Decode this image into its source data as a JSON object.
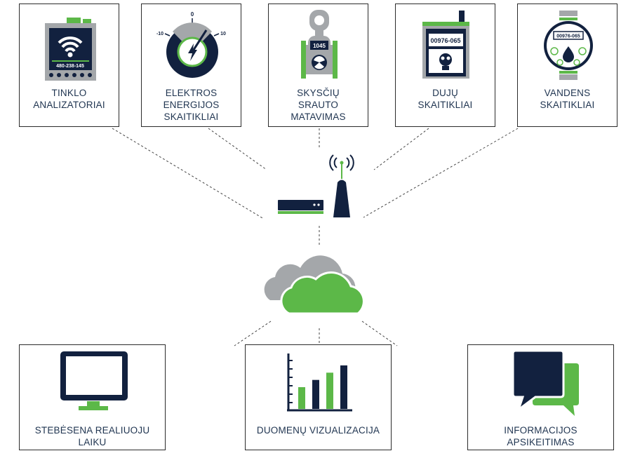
{
  "sources": [
    {
      "lines": [
        "TINKLO",
        "ANALIZATORIAI"
      ],
      "readout": "480-238-145"
    },
    {
      "lines": [
        "ELEKTROS",
        "ENERGIJOS",
        "SKAITIKLIAI"
      ],
      "dial_min": "-10",
      "dial_zero": "0",
      "dial_max": "10"
    },
    {
      "lines": [
        "SKYSČIŲ",
        "SRAUTO",
        "MATAVIMAS"
      ],
      "readout": "1045"
    },
    {
      "lines": [
        "DUJŲ",
        "SKAITIKLIAI"
      ],
      "readout": "00976-065"
    },
    {
      "lines": [
        "VANDENS",
        "SKAITIKLIAI"
      ],
      "readout": "00976-065"
    }
  ],
  "outputs": [
    {
      "lines": [
        "STEBĖSENA REALIUOJU",
        "LAIKU"
      ]
    },
    {
      "lines": [
        "DUOMENŲ VIZUALIZACIJA"
      ],
      "bar_values": [
        3,
        4,
        5,
        6
      ]
    },
    {
      "lines": [
        "INFORMACIJOS",
        "APSIKEITIMAS"
      ]
    }
  ],
  "colors": {
    "navy": "#12213f",
    "green": "#5cb848",
    "gray": "#a4a7aa",
    "line": "#333333"
  }
}
